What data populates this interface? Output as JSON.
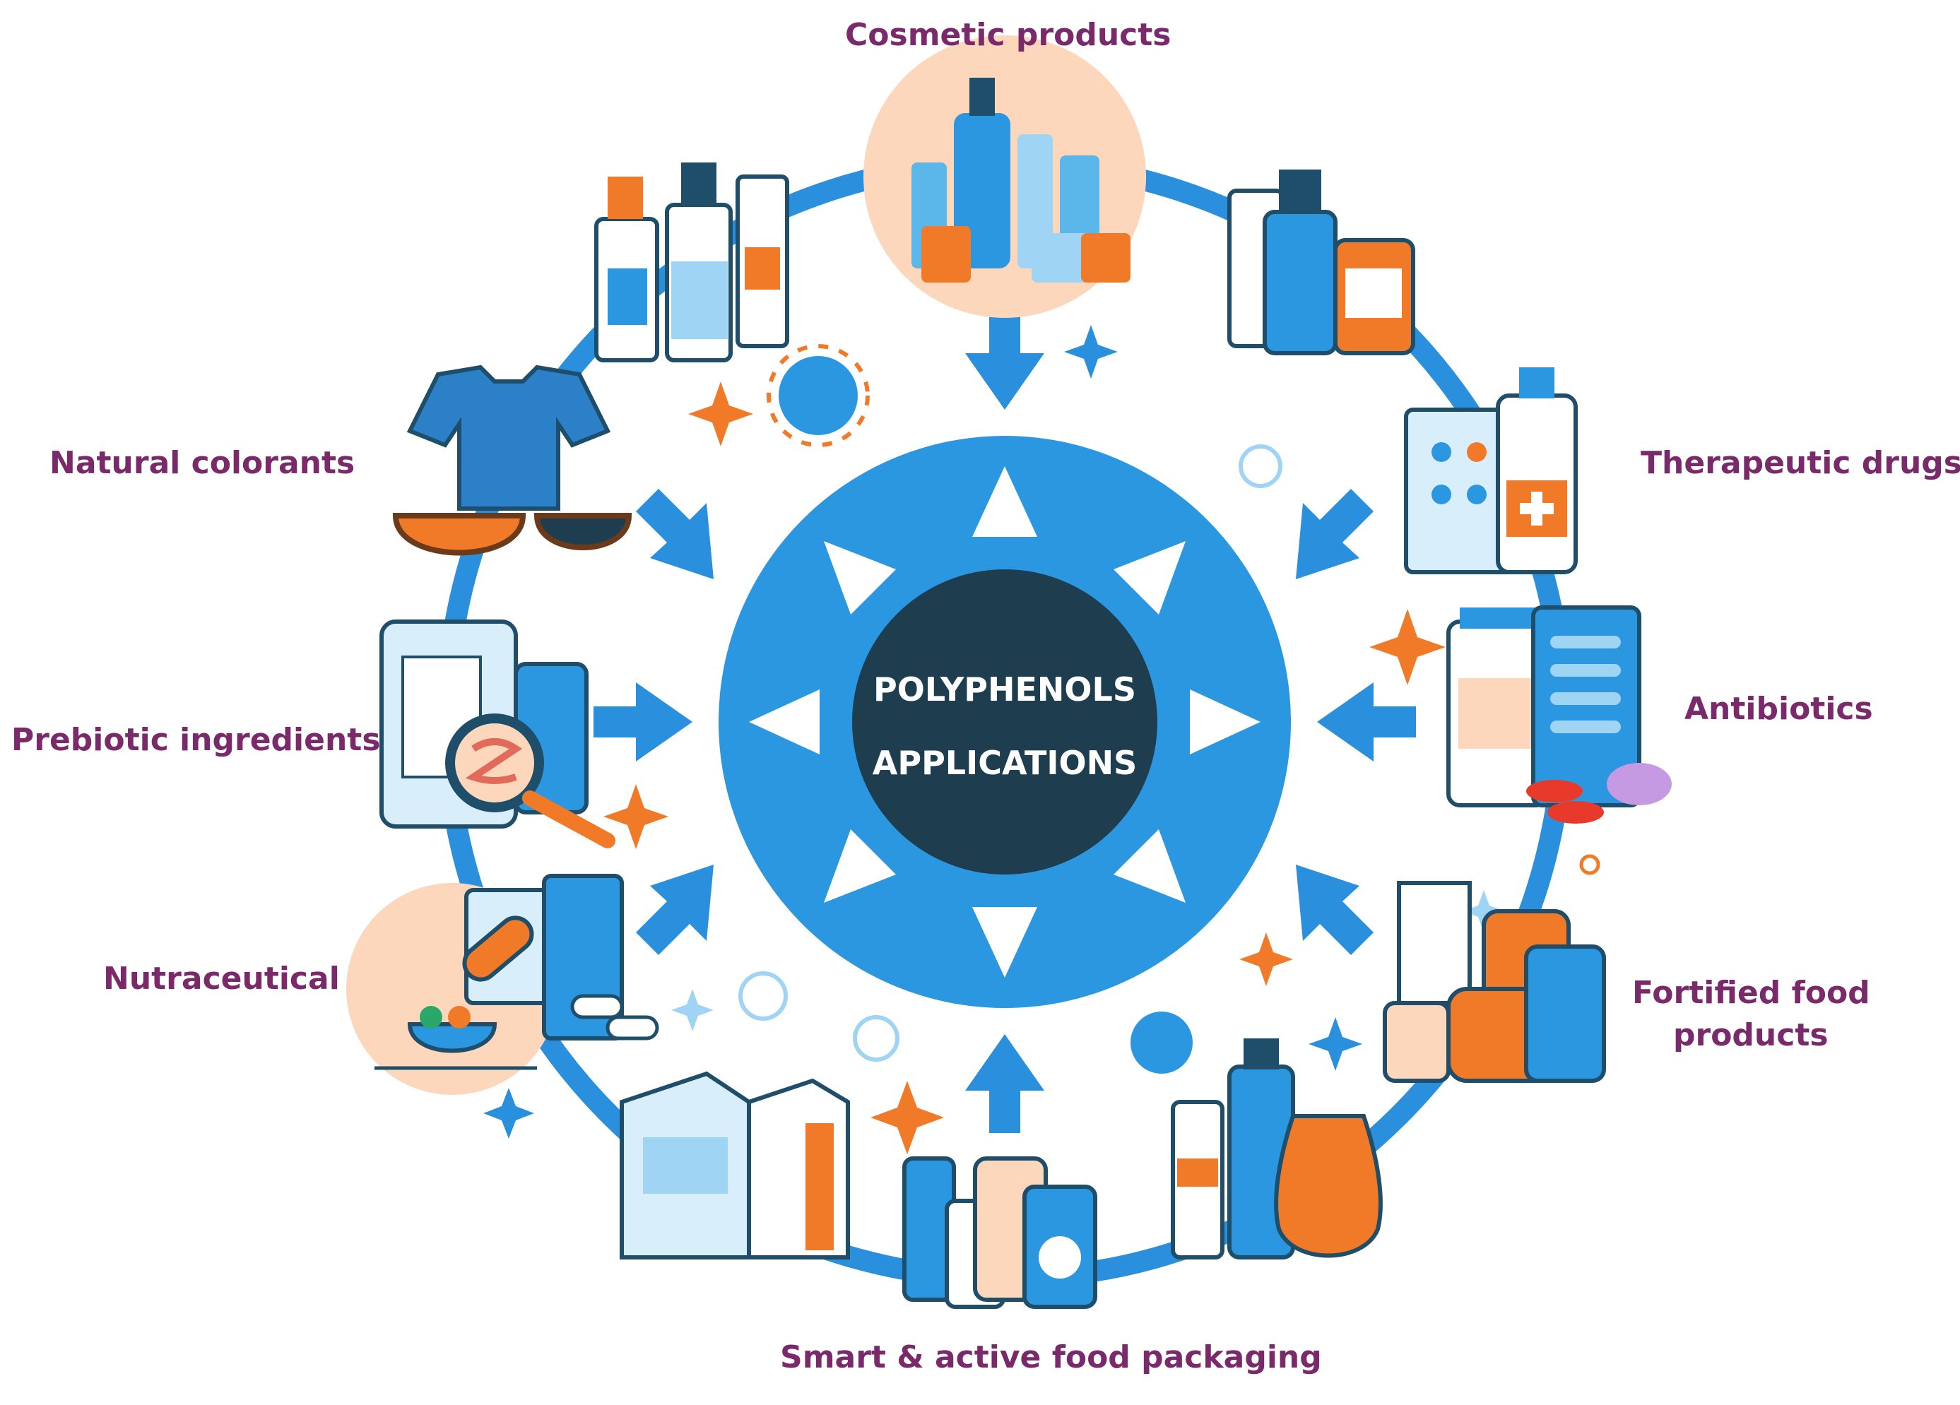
{
  "colors": {
    "label": "#7a2a6a",
    "ring": "#2a8fdc",
    "core": "#1e3e4f",
    "accent_orange": "#f07a28",
    "light_blue": "#9fd4f4",
    "white": "#ffffff"
  },
  "center": {
    "line1": "POLYPHENOLS",
    "line2": "APPLICATIONS"
  },
  "applications": [
    {
      "id": "cosmetic",
      "label": "Cosmetic products",
      "icon": "cosmetics-icon"
    },
    {
      "id": "therapeutic",
      "label": "Therapeutic drugs",
      "icon": "medicine-bottle-icon"
    },
    {
      "id": "antibiotics",
      "label": "Antibiotics",
      "icon": "bacteria-icon"
    },
    {
      "id": "fortified",
      "label": "Fortified food",
      "label2": "products",
      "icon": "food-jar-icon"
    },
    {
      "id": "packaging",
      "label": "Smart & active food packaging",
      "icon": "carton-icon"
    },
    {
      "id": "nutraceutical",
      "label": "Nutraceutical",
      "icon": "capsule-icon"
    },
    {
      "id": "prebiotic",
      "label": "Prebiotic ingredients",
      "icon": "intestine-icon"
    },
    {
      "id": "colorants",
      "label": "Natural colorants",
      "icon": "tshirt-icon"
    }
  ]
}
